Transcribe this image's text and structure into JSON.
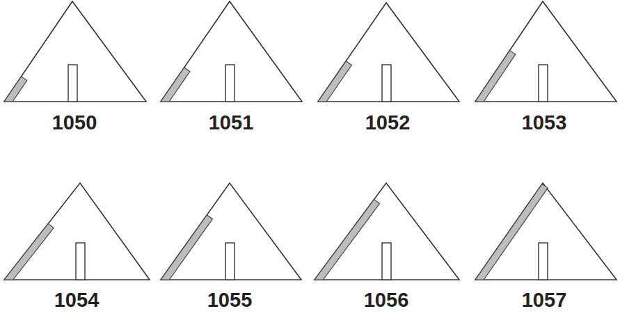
{
  "diagram": {
    "labels": [
      "1050",
      "1051",
      "1052",
      "1053",
      "1054",
      "1055",
      "1056",
      "1057"
    ]
  }
}
